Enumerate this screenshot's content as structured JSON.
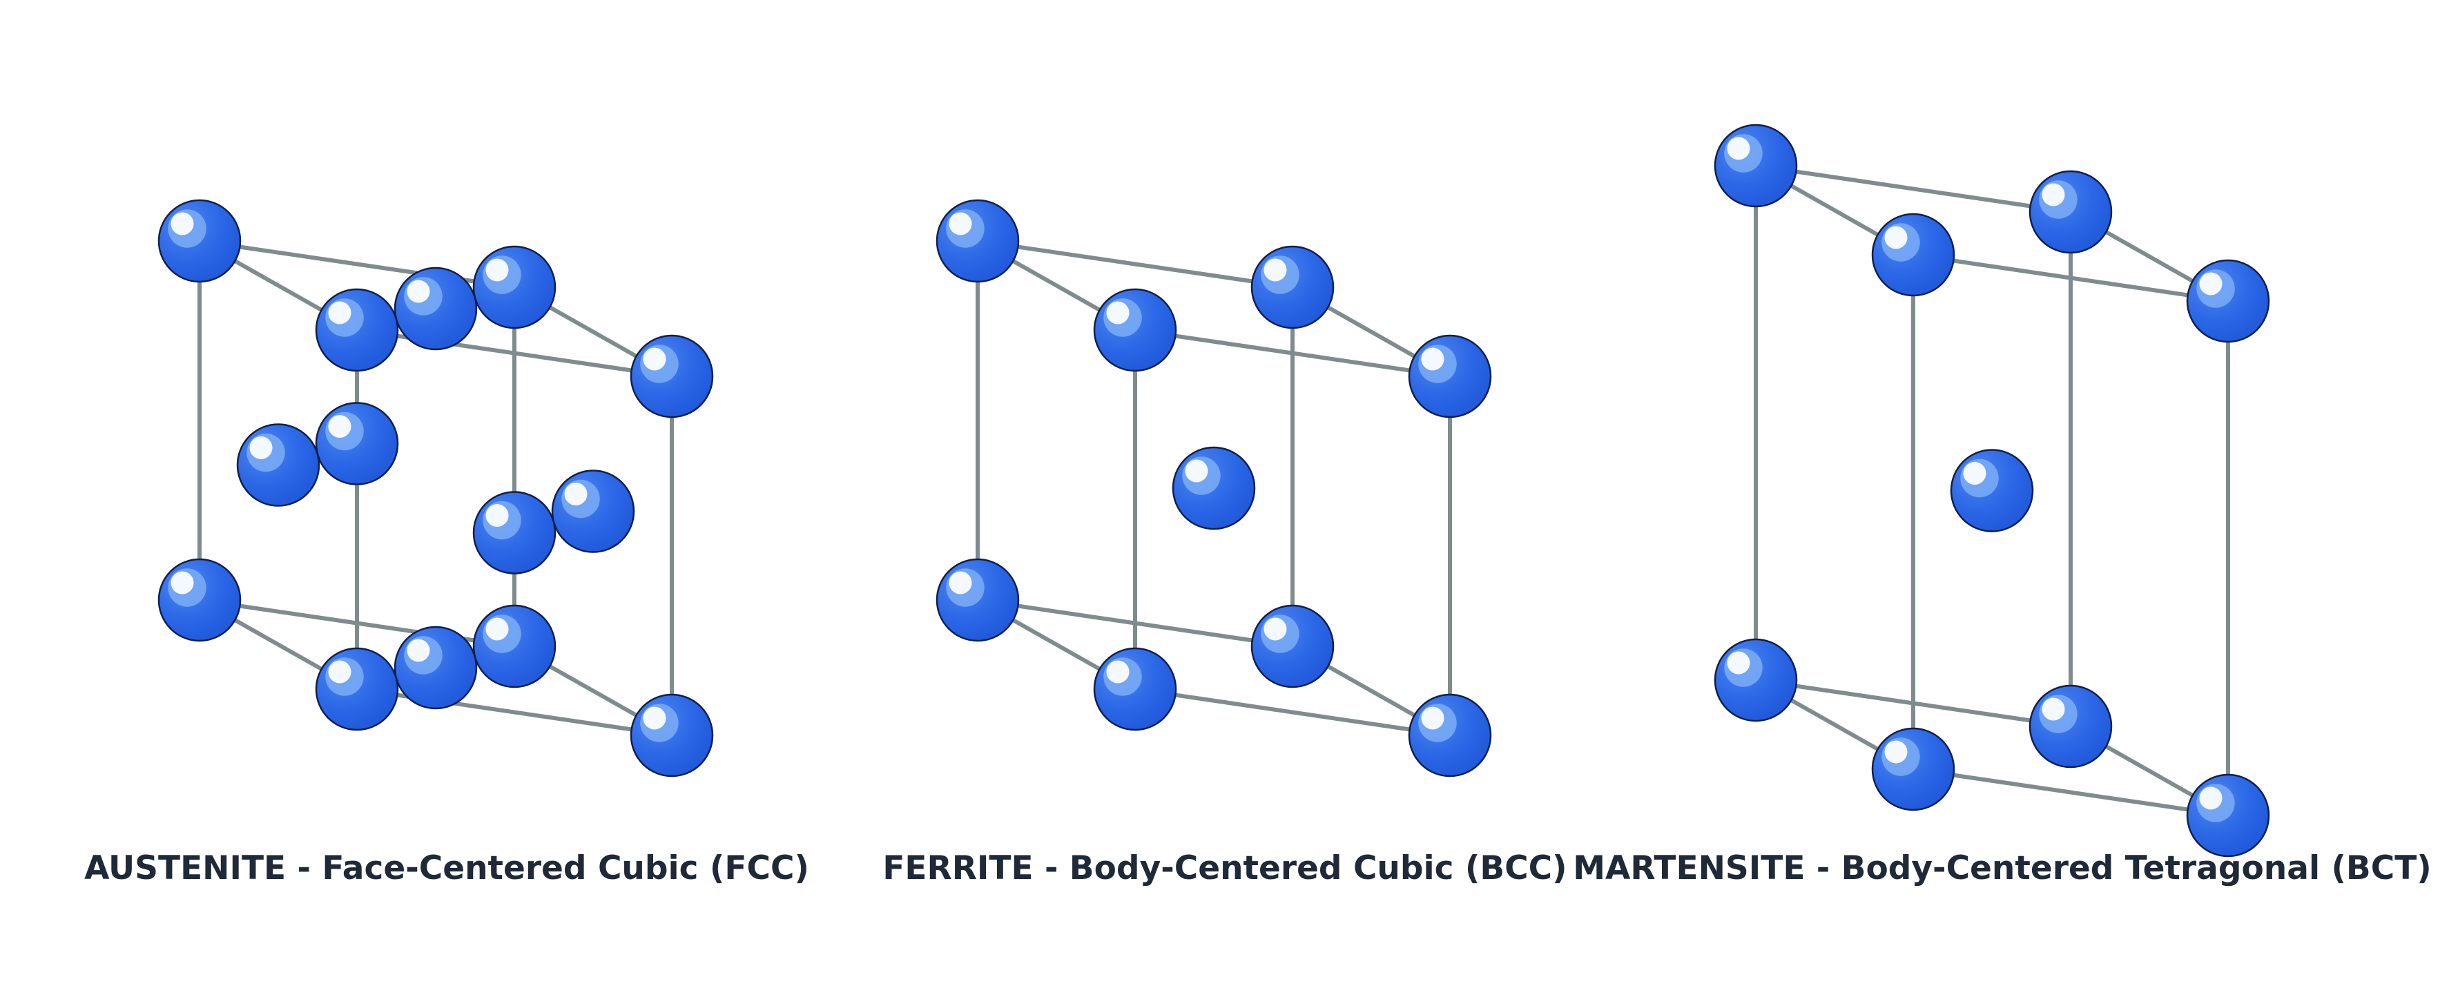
{
  "colors": {
    "background": "#ffffff",
    "edge": "#7f8c8d",
    "atom_fill": "#2a66e6",
    "atom_outline": "#0f1f4a",
    "atom_highlight_mid": "#78aaf5",
    "atom_highlight_core": "#ffffff",
    "caption_text": "#1f2937"
  },
  "structures": [
    {
      "id": "austenite",
      "caption": "AUSTENITE - Face-Centered Cubic (FCC)",
      "lattice": "FCC"
    },
    {
      "id": "ferrite",
      "caption": "FERRITE - Body-Centered Cubic (BCC)",
      "lattice": "BCC"
    },
    {
      "id": "martensite",
      "caption": "MARTENSITE - Body-Centered Tetragonal (BCT)",
      "lattice": "BCT"
    }
  ]
}
